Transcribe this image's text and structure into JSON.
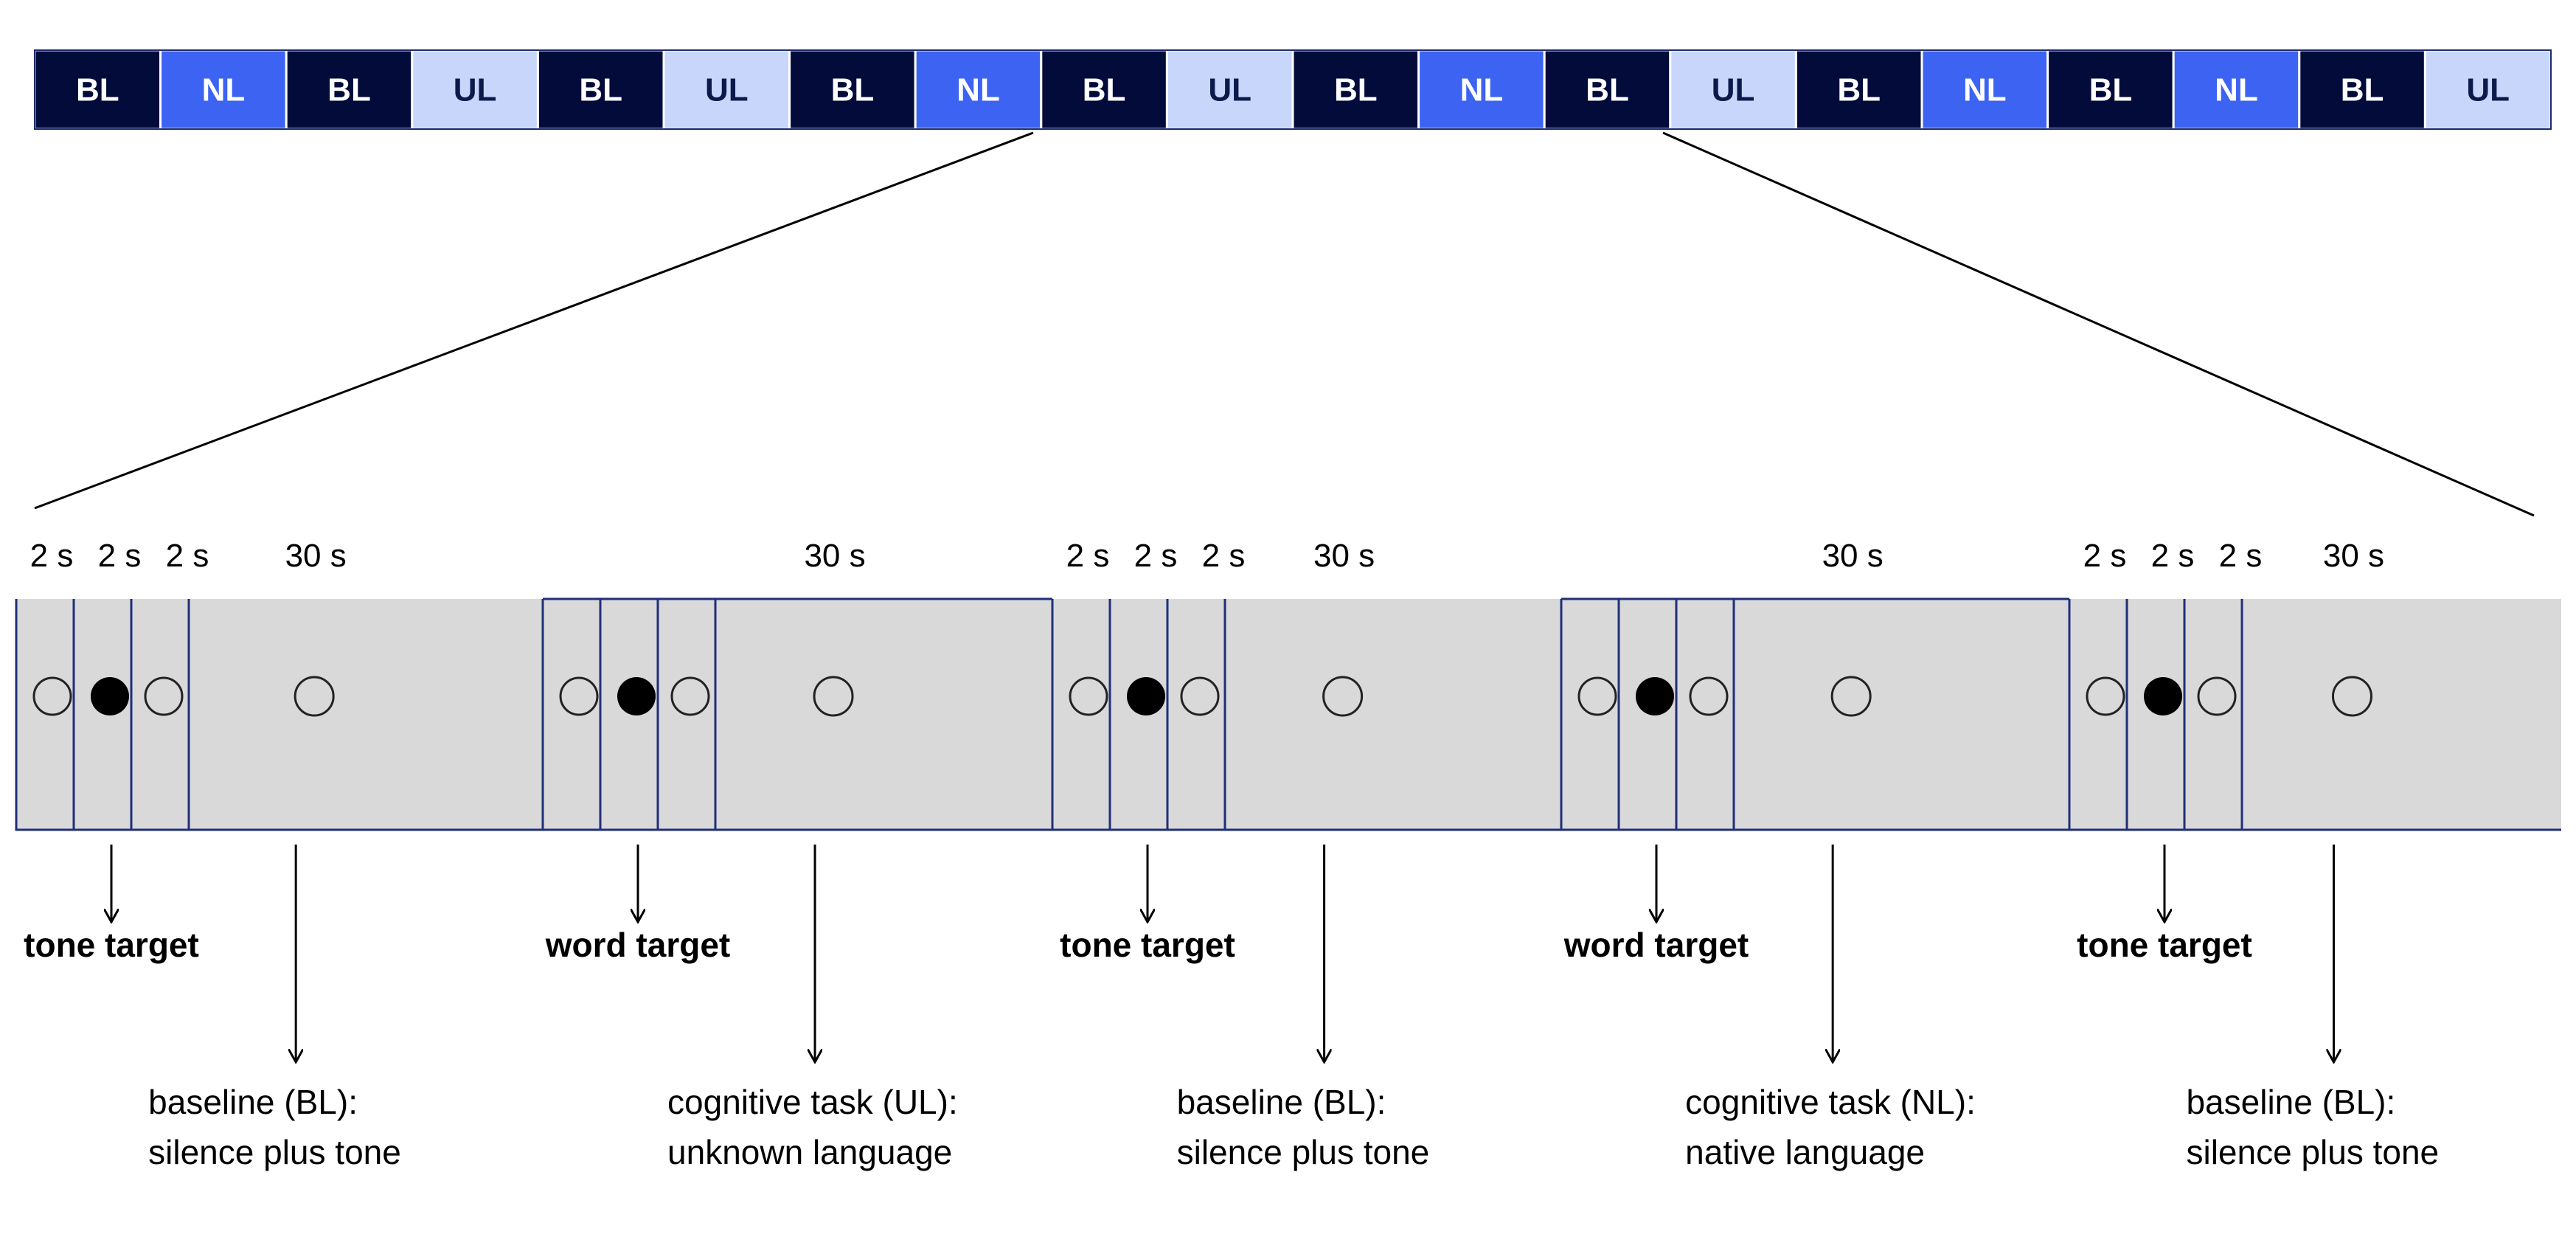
{
  "legend_colors": {
    "BL": "#020b3a",
    "NL": "#3d63f2",
    "UL": "#c9d6fb",
    "panel": "#d9d9d9",
    "divider": "#1f2f7a"
  },
  "top_sequence": [
    "BL",
    "NL",
    "BL",
    "UL",
    "BL",
    "UL",
    "BL",
    "NL",
    "BL",
    "UL",
    "BL",
    "NL",
    "BL",
    "UL",
    "BL",
    "NL",
    "BL",
    "NL",
    "BL",
    "UL"
  ],
  "durations": {
    "short": "2 s",
    "long": "30 s"
  },
  "segments": [
    {
      "type": "baseline",
      "label_line1": "baseline (BL):",
      "label_line2": "silence plus tone",
      "target": "tone target"
    },
    {
      "type": "cognitive",
      "label_line1": "cognitive task (UL):",
      "label_line2": "unknown language",
      "target": "word target"
    },
    {
      "type": "baseline",
      "label_line1": "baseline (BL):",
      "label_line2": "silence plus tone",
      "target": "tone target"
    },
    {
      "type": "cognitive",
      "label_line1": "cognitive task (NL):",
      "label_line2": "native language",
      "target": "word target"
    },
    {
      "type": "baseline",
      "label_line1": "baseline (BL):",
      "label_line2": "silence plus tone",
      "target": "tone target"
    }
  ]
}
